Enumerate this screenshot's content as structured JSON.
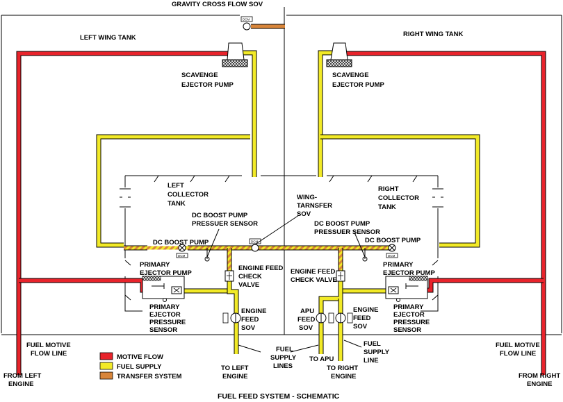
{
  "title": "FUEL FEED SYSTEM - SCHEMATIC",
  "labels": {
    "gravity_cross_flow": "GRAVITY CROSS FLOW SOV",
    "left_wing_tank": "LEFT WING TANK",
    "right_wing_tank": "RIGHT WING TANK",
    "scavenge_l1": "SCAVENGE",
    "scavenge_l2": "EJECTOR PUMP",
    "scavenge_r1": "SCAVENGE",
    "scavenge_r2": "EJECTOR PUMP",
    "left_collector_1": "LEFT",
    "left_collector_2": "COLLECTOR",
    "left_collector_3": "TANK",
    "right_collector_1": "RIGHT",
    "right_collector_2": "COLLECTOR",
    "right_collector_3": "TANK",
    "wing_transfer_1": "WING-",
    "wing_transfer_2": "TARNSFER",
    "wing_transfer_3": "SOV",
    "dc_sensor_l1": "DC BOOST PUMP",
    "dc_sensor_l2": "PRESSUER SENSOR",
    "dc_sensor_r1": "DC BOOST PUMP",
    "dc_sensor_r2": "PRESSUER SENSOR",
    "dc_pump_l": "DC BOOST PUMP",
    "dc_pump_r": "DC BOOST PUMP",
    "primary_pump_l1": "PRIMARY",
    "primary_pump_l2": "EJECTOR PUMP",
    "primary_pump_r1": "PRIMARY",
    "primary_pump_r2": "EJECTOR PUMP",
    "check_valve_l1": "ENGINE FEED",
    "check_valve_l2": "CHECK",
    "check_valve_l3": "VALVE",
    "check_valve_r1": "ENGINE FEED",
    "check_valve_r2": "CHECK VALVE",
    "pressure_sensor_l1": "PRIMARY",
    "pressure_sensor_l2": "EJECTOR",
    "pressure_sensor_l3": "PRESSURE",
    "pressure_sensor_l4": "SENSOR",
    "pressure_sensor_r1": "PRIMARY",
    "pressure_sensor_r2": "EJECTOR",
    "pressure_sensor_r3": "PRESSURE",
    "pressure_sensor_r4": "SENSOR",
    "feed_sov_l1": "ENGINE",
    "feed_sov_l2": "FEED",
    "feed_sov_l3": "SOV",
    "apu_sov_1": "APU",
    "apu_sov_2": "FEED",
    "apu_sov_3": "SOV",
    "feed_sov_r1": "ENGINE",
    "feed_sov_r2": "FEED",
    "feed_sov_r3": "SOV",
    "fuel_motive_l1": "FUEL MOTIVE",
    "fuel_motive_l2": "FLOW LINE",
    "fuel_motive_r1": "FUEL MOTIVE",
    "fuel_motive_r2": "FLOW LINE",
    "from_left_1": "FROM LEFT",
    "from_left_2": "ENGINE",
    "from_right_1": "FROM RIGHT",
    "from_right_2": "ENGINE",
    "to_left_1": "TO LEFT",
    "to_left_2": "ENGINE",
    "to_apu": "TO APU",
    "to_right_1": "TO RIGHT",
    "to_right_2": "ENGINE",
    "fuel_supply_lines_1": "FUEL",
    "fuel_supply_lines_2": "SUPPLY",
    "fuel_supply_lines_3": "LINES",
    "fuel_supply_line_1": "FUEL",
    "fuel_supply_line_2": "SUPPLY",
    "fuel_supply_line_3": "LINE",
    "dcm": "DCM"
  },
  "legend": [
    {
      "label": "MOTIVE FLOW",
      "color": "#e8232b"
    },
    {
      "label": "FUEL SUPPLY",
      "color": "#f2ea27"
    },
    {
      "label": "TRANSFER SYSTEM",
      "color": "#d8853a"
    }
  ],
  "colors": {
    "motive": "#e8232b",
    "supply": "#f2ea27",
    "transfer": "#d8853a"
  }
}
